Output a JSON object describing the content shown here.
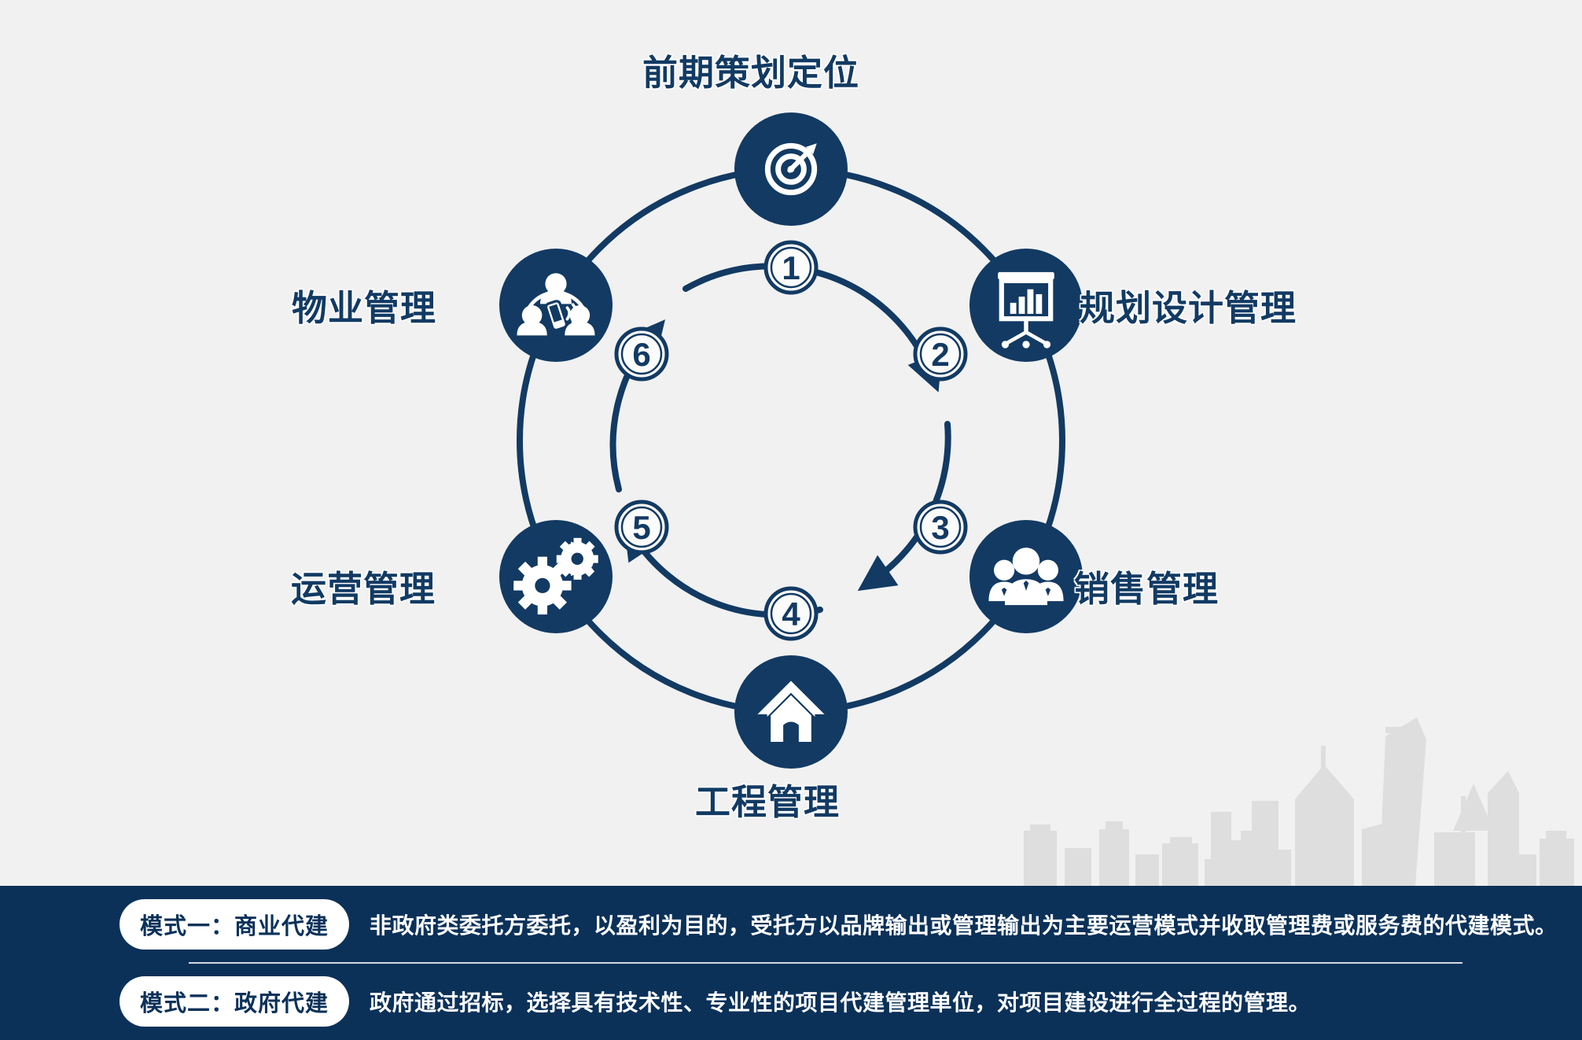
{
  "theme": {
    "background": "#f1f1f1",
    "navy": "#123a63",
    "navy_dark": "#0b3159",
    "white": "#ffffff",
    "skyline_grey": "#dcdcdc"
  },
  "diagram": {
    "type": "cycle",
    "title": "",
    "nodes": [
      {
        "index": "1",
        "label": "前期策划定位",
        "icon": "target-icon",
        "position": "top"
      },
      {
        "index": "2",
        "label": "规划设计管理",
        "icon": "presentation-chart-icon",
        "position": "upper-right"
      },
      {
        "index": "3",
        "label": "销售管理",
        "icon": "people-group-icon",
        "position": "lower-right"
      },
      {
        "index": "4",
        "label": "工程管理",
        "icon": "house-icon",
        "position": "bottom"
      },
      {
        "index": "5",
        "label": "运营管理",
        "icon": "gears-icon",
        "position": "lower-left"
      },
      {
        "index": "6",
        "label": "物业管理",
        "icon": "people-service-phone-icon",
        "position": "upper-left"
      }
    ],
    "step_numbers": [
      "1",
      "2",
      "3",
      "4",
      "5",
      "6"
    ],
    "flow_direction": "clockwise"
  },
  "banner": {
    "rows": [
      {
        "pill": "模式一：商业代建",
        "text": "非政府类委托方委托，以盈利为目的，受托方以品牌输出或管理输出为主要运营模式并收取管理费或服务费的代建模式。"
      },
      {
        "pill": "模式二：政府代建",
        "text": "政府通过招标，选择具有技术性、专业性的项目代建管理单位，对项目建设进行全过程的管理。"
      }
    ]
  }
}
